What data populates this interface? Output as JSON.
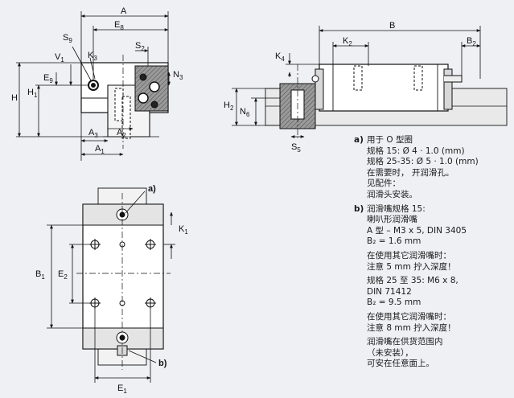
{
  "labels": {
    "A": "A",
    "E8": "E",
    "E8_sub": "8",
    "S9": "S",
    "S9_sub": "9",
    "K3": "K",
    "K3_sub": "3",
    "S2": "S",
    "S2_sub": "2",
    "V1": "V",
    "V1_sub": "1",
    "E9": "E",
    "E9_sub": "9",
    "N3": "N",
    "N3_sub": "3",
    "H": "H",
    "H1": "H",
    "H1_sub": "1",
    "A3": "A",
    "A3_sub": "3",
    "A2": "A",
    "A2_sub": "2",
    "A1": "A",
    "A1_sub": "1",
    "B": "B",
    "K2": "K",
    "K2_sub": "2",
    "B2": "B",
    "B2_sub": "2",
    "K4": "K",
    "K4_sub": "4",
    "H2": "H",
    "H2_sub": "2",
    "N6": "N",
    "N6_sub": "6",
    "S5": "S",
    "S5_sub": "5",
    "a": "a)",
    "b": "b)",
    "K1": "K",
    "K1_sub": "1",
    "B1": "B",
    "B1_sub": "1",
    "E2": "E",
    "E2_sub": "2",
    "E1": "E",
    "E1_sub": "1"
  },
  "notes": {
    "a": {
      "key": "a)",
      "lines": [
        "用于 O 型圈",
        "规格 15: Ø 4 · 1.0 (mm)",
        "规格 25-35: Ø 5 · 1.0 (mm)",
        "在需要时， 开润滑孔。",
        "见配件：",
        "润滑头安装。"
      ]
    },
    "b": {
      "key": "b)",
      "lines": [
        "润滑嘴规格 15:",
        "喇叭形润滑嘴",
        "A 型 – M3 x 5, DIN 3405",
        "B₂ = 1.6 mm",
        "",
        "在使用其它润滑嘴时：",
        "注意 5 mm 拧入深度！",
        "",
        "规格 25 至 35: M6 x 8,",
        "DIN 71412",
        "B₂ = 9.5 mm",
        "",
        "在使用其它润滑嘴时：",
        "注意 8 mm 拧入深度！",
        "",
        "润滑嘴在供货范围内",
        "（未安装），",
        "可安在任意面上。"
      ]
    }
  }
}
